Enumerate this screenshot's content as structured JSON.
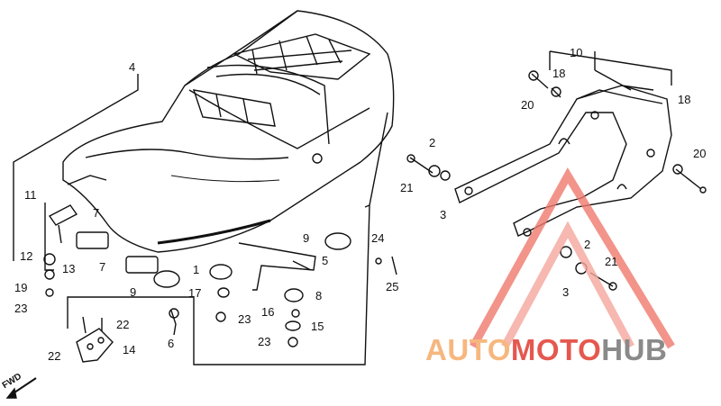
{
  "diagram": {
    "callouts": [
      {
        "id": "c4",
        "text": "4"
      },
      {
        "id": "c10",
        "text": "10"
      },
      {
        "id": "c18a",
        "text": "18"
      },
      {
        "id": "c18b",
        "text": "18"
      },
      {
        "id": "c20a",
        "text": "20"
      },
      {
        "id": "c20b",
        "text": "20"
      },
      {
        "id": "c2a",
        "text": "2"
      },
      {
        "id": "c21a",
        "text": "21"
      },
      {
        "id": "c3a",
        "text": "3"
      },
      {
        "id": "c11",
        "text": "11"
      },
      {
        "id": "c7a",
        "text": "7"
      },
      {
        "id": "c12",
        "text": "12"
      },
      {
        "id": "c13",
        "text": "13"
      },
      {
        "id": "c19",
        "text": "19"
      },
      {
        "id": "c23a",
        "text": "23"
      },
      {
        "id": "c7b",
        "text": "7"
      },
      {
        "id": "c9a",
        "text": "9"
      },
      {
        "id": "c1",
        "text": "1"
      },
      {
        "id": "c17",
        "text": "17"
      },
      {
        "id": "c23b",
        "text": "23"
      },
      {
        "id": "c9b",
        "text": "9"
      },
      {
        "id": "c5",
        "text": "5"
      },
      {
        "id": "c24",
        "text": "24"
      },
      {
        "id": "c25",
        "text": "25"
      },
      {
        "id": "c8",
        "text": "8"
      },
      {
        "id": "c16",
        "text": "16"
      },
      {
        "id": "c15",
        "text": "15"
      },
      {
        "id": "c23c",
        "text": "23"
      },
      {
        "id": "c6",
        "text": "6"
      },
      {
        "id": "c22a",
        "text": "22"
      },
      {
        "id": "c22b",
        "text": "22"
      },
      {
        "id": "c14",
        "text": "14"
      },
      {
        "id": "c2b",
        "text": "2"
      },
      {
        "id": "c21b",
        "text": "21"
      },
      {
        "id": "c3b",
        "text": "3"
      }
    ],
    "fwd_label": "FWD"
  },
  "watermark": {
    "auto": "AUTO",
    "moto": "MOTO",
    "hub": "HUB",
    "colors": {
      "auto": "#f6b77e",
      "moto": "#e5584f",
      "hub": "#8a8a8a",
      "triangle": "#f07a6e"
    }
  }
}
